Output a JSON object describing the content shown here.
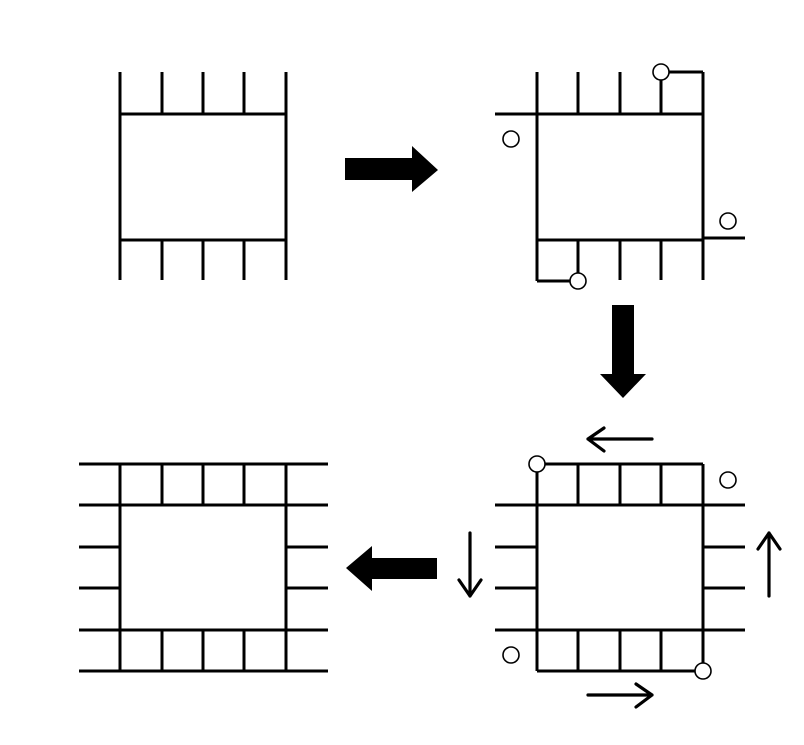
{
  "diagram": {
    "panels": [
      {
        "id": "start"
      },
      {
        "id": "after_rotate"
      },
      {
        "id": "after_extend"
      },
      {
        "id": "final"
      }
    ],
    "transitions": [
      {
        "from": "start",
        "to": "after_rotate",
        "direction": "right"
      },
      {
        "from": "after_rotate",
        "to": "after_extend",
        "direction": "down"
      },
      {
        "from": "after_extend",
        "to": "final",
        "direction": "left"
      }
    ],
    "sweep_arrows": [
      {
        "side": "top",
        "direction": "left"
      },
      {
        "side": "bottom",
        "direction": "right"
      },
      {
        "side": "left",
        "direction": "down"
      },
      {
        "side": "right",
        "direction": "up"
      }
    ]
  },
  "colors": {
    "stroke": "#000000",
    "background": "#ffffff"
  }
}
